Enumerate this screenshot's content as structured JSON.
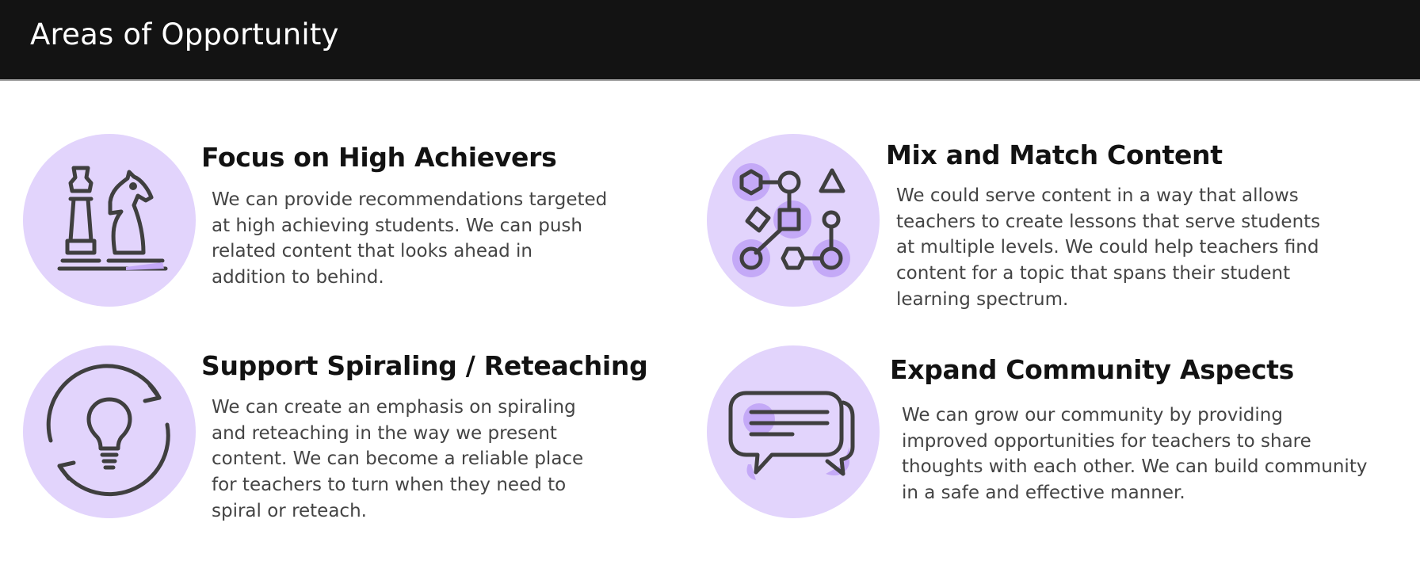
{
  "header": {
    "title": "Areas of Opportunity"
  },
  "accent_color": "#e2d4fc",
  "accent_dark": "#c4a9f7",
  "cards": [
    {
      "icon": "chess-icon",
      "title": "Focus on High Achievers",
      "body": "We can provide recommendations targeted at high achieving students. We can push related content that looks ahead in addition to behind."
    },
    {
      "icon": "network-shapes-icon",
      "title": "Mix and Match Content",
      "body": "We could serve content in a way that allows teachers to create lessons that serve students at multiple levels. We could help teachers find content for a topic that spans their student learning spectrum."
    },
    {
      "icon": "lightbulb-cycle-icon",
      "title": "Support Spiraling / Reteaching",
      "body": "We can create an emphasis on spiraling and reteaching in the way we present content. We can become a reliable place for teachers to turn when they need to spiral or reteach."
    },
    {
      "icon": "chat-bubbles-icon",
      "title": "Expand Community Aspects",
      "body": "We can grow our community by providing improved opportunities for teachers to share thoughts with each other. We can build community in a safe and effective manner."
    }
  ]
}
